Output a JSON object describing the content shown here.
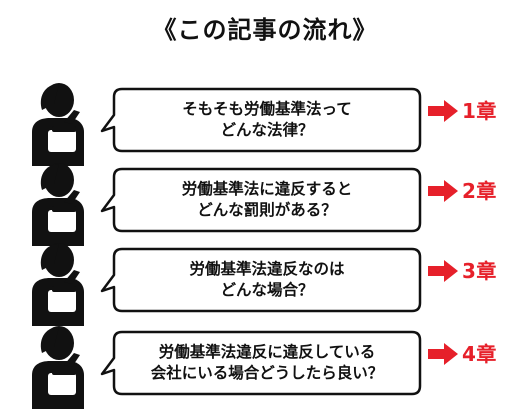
{
  "title": "《この記事の流れ》",
  "colors": {
    "accent": "#e6202a",
    "ink": "#111111"
  },
  "items": [
    {
      "question_line1": "そもそも労働基準法って",
      "question_line2": "どんな法律？",
      "chapter": "1章",
      "icon": "person-silhouette-icon"
    },
    {
      "question_line1": "労働基準法に違反すると",
      "question_line2": "どんな罰則がある？",
      "chapter": "2章",
      "icon": "person-silhouette-icon"
    },
    {
      "question_line1": "労働基準法違反なのは",
      "question_line2": "どんな場合？",
      "chapter": "3章",
      "icon": "person-silhouette-icon"
    },
    {
      "question_line1": "労働基準法違反に違反している",
      "question_line2": "会社にいる場合どうしたら良い？",
      "chapter": "4章",
      "icon": "person-silhouette-icon"
    }
  ]
}
